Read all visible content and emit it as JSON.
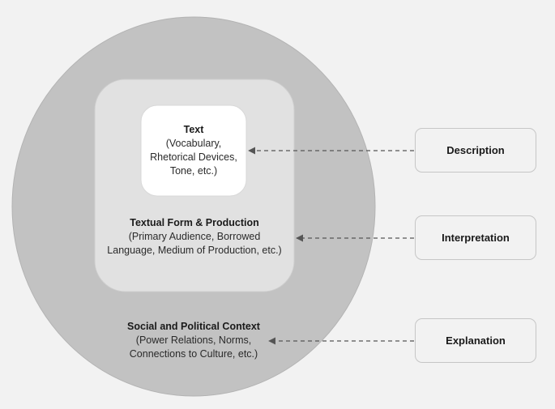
{
  "diagram": {
    "text_layer": {
      "title": "Text",
      "lines": [
        "(Vocabulary,",
        "Rhetorical Devices,",
        "Tone, etc.)"
      ]
    },
    "form_layer": {
      "title": "Textual Form & Production",
      "lines": [
        "(Primary Audience, Borrowed",
        "Language, Medium of Production, etc.)"
      ]
    },
    "context_layer": {
      "title": "Social and Political Context",
      "lines": [
        "(Power Relations, Norms,",
        "Connections to Culture, etc.)"
      ]
    },
    "stages": [
      {
        "label": "Description"
      },
      {
        "label": "Interpretation"
      },
      {
        "label": "Explanation"
      }
    ],
    "colors": {
      "background": "#f2f2f2",
      "outer_circle": "#c2c2c2",
      "middle_box": "#e1e1e1",
      "inner_box": "#ffffff",
      "arrow": "#555555"
    }
  }
}
